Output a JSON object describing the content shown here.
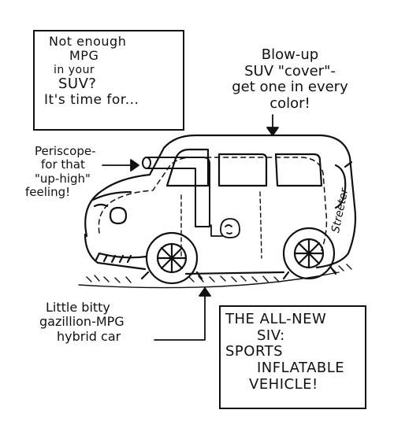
{
  "cartoon": {
    "box_top_left": [
      "Not enough",
      "MPG",
      "in your",
      "SUV?",
      "It's time for..."
    ],
    "blow_up_note": [
      "Blow-up",
      "SUV \"cover\"-",
      "get one in every",
      "color!"
    ],
    "periscope_note": [
      "Periscope-",
      "for that",
      "\"up-high\"",
      "feeling!"
    ],
    "hybrid_note": [
      "Little bitty",
      "gazillion-MPG",
      "hybrid car"
    ],
    "box_bottom_right": [
      "THE ALL-NEW",
      "SIV:",
      "SPORTS",
      "INFLATABLE",
      "VEHICLE!"
    ],
    "signature": "Streeter"
  }
}
